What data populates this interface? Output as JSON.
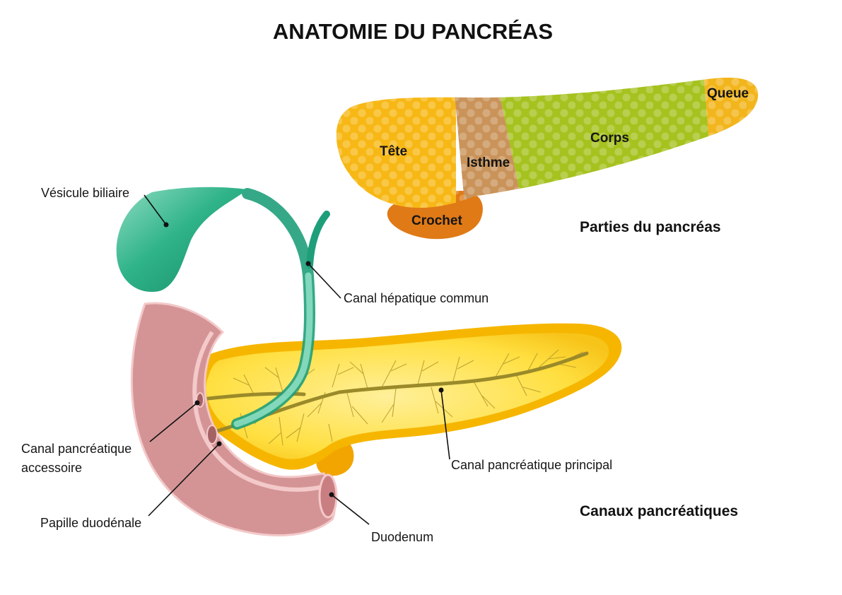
{
  "title": "ANATOMIE DU PANCRÉAS",
  "sections": {
    "parts": "Parties du pancréas",
    "ducts": "Canaux pancréatiques"
  },
  "parts": {
    "tete": "Tête",
    "isthme": "Isthme",
    "corps": "Corps",
    "queue": "Queue",
    "crochet": "Crochet"
  },
  "labels": {
    "vesicule": "Vésicule biliaire",
    "canal_hepatique": "Canal hépatique commun",
    "canal_accessoire_1": "Canal pancréatique",
    "canal_accessoire_2": "accessoire",
    "papille": "Papille duodénale",
    "duodenum": "Duodenum",
    "canal_principal": "Canal pancréatique principal"
  },
  "colors": {
    "tete": "#f7b816",
    "isthme": "#c9935a",
    "corps": "#a5c21f",
    "queue": "#f2b51c",
    "crochet": "#e07a16",
    "gallbladder": "#1f9e7a",
    "duodenum": "#d49496",
    "pancreas_outer": "#f5b400",
    "pancreas_inner": "#ffe25a",
    "duct": "#9a8a2a"
  }
}
